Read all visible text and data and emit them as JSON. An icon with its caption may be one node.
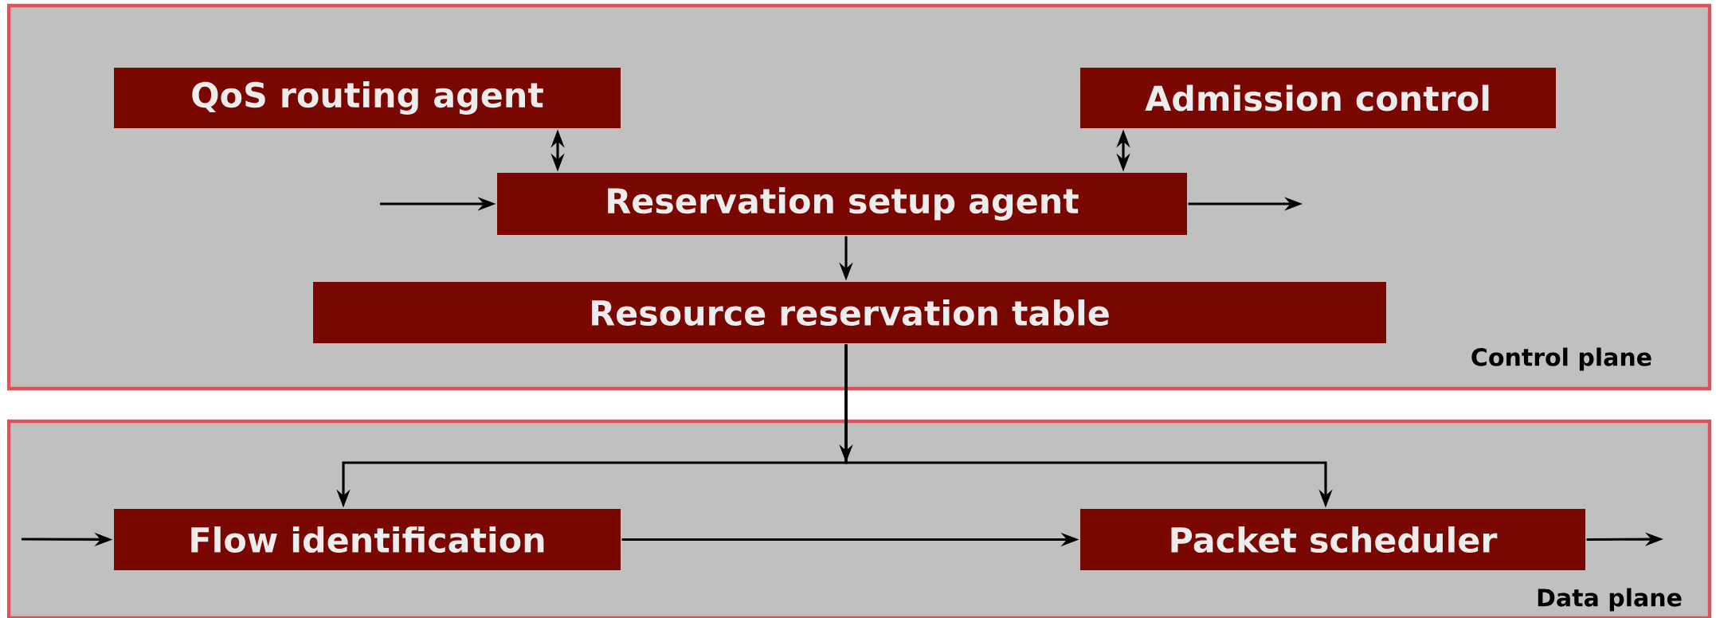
{
  "diagram": {
    "nodes": [
      {
        "text": [
          "Control plane"
        ]
      },
      {
        "text": [
          "QoS routing agent"
        ],
        "in": 0
      },
      {
        "text": [
          "Admission control"
        ],
        "in": 0
      },
      {
        "text": [
          "Reservation setup agent"
        ],
        "in": 0
      },
      {
        "text": [
          "Resource reservation table"
        ],
        "in": 0
      },
      {
        "text": [
          "Data plane"
        ]
      },
      {
        "text": [
          "Flow identification"
        ],
        "in": 5
      },
      {
        "text": [
          "Packet scheduler"
        ],
        "in": 5
      }
    ],
    "edges": [
      {
        "from": 1,
        "to": 3,
        "arrow": "both"
      },
      {
        "from": 2,
        "to": 3,
        "arrow": "both"
      },
      {
        "from": null,
        "to": 3,
        "arrow": "to"
      },
      {
        "from": 3,
        "to": null,
        "arrow": "to"
      },
      {
        "from": 3,
        "to": 4,
        "arrow": "to"
      },
      {
        "from": 4,
        "to": 6,
        "arrow": "to"
      },
      {
        "from": 4,
        "to": 7,
        "arrow": "to"
      },
      {
        "from": null,
        "to": 6,
        "arrow": "to"
      },
      {
        "from": 6,
        "to": 7,
        "arrow": "to"
      },
      {
        "from": 7,
        "to": null,
        "arrow": "to"
      }
    ]
  }
}
